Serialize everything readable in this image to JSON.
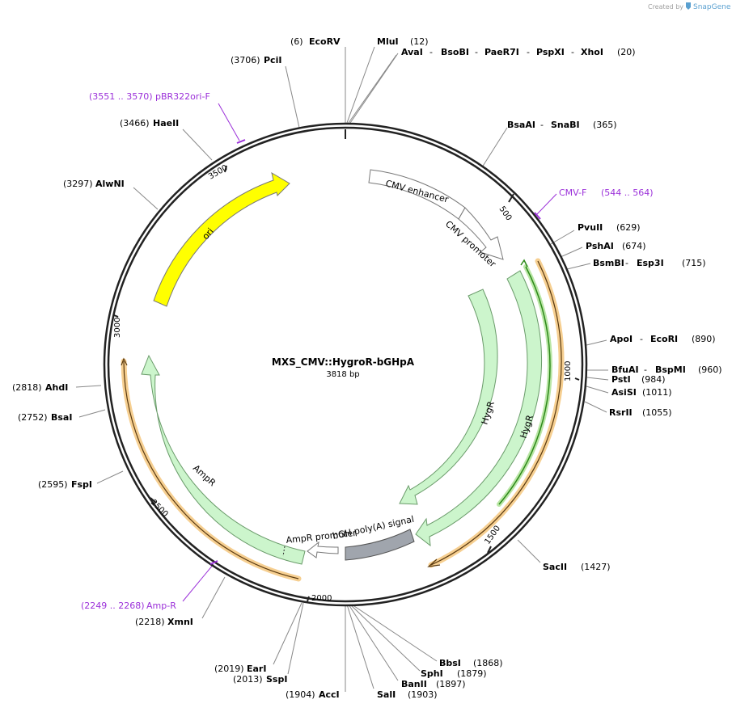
{
  "credit": {
    "prefix": "Created by",
    "brand": "SnapGene"
  },
  "map": {
    "name": "MXS_CMV::HygroR-bGHpA",
    "length_label": "3818 bp"
  },
  "ticks": [
    "500",
    "1000",
    "1500",
    "2000",
    "2500",
    "3000",
    "3500"
  ],
  "features": {
    "cmv_enhancer": "CMV enhancer",
    "cmv_promoter": "CMV promoter",
    "hygr_inner": "HygR",
    "hygr_outer": "HygR",
    "bgh": "bGH poly(A) signal",
    "ampr_promoter": "AmpR promoter",
    "ampr": "AmpR",
    "ori": "ori"
  },
  "colors": {
    "backbone": "#222222",
    "ori": "#ffff00",
    "resistance": "#ccf5cc",
    "polya": "#a0a5ad",
    "primer": "#9b30d9",
    "orf_highlight": "#f5c77e",
    "orf_line": "#5a3a10",
    "orf_green": "#2d8a1a"
  },
  "sites": {
    "ecorv": {
      "pos": "(6)",
      "name": "EcoRV"
    },
    "mlui": {
      "pos": "(12)",
      "name": "MluI"
    },
    "aval_group": {
      "names": [
        "AvaI",
        "BsoBI",
        "PaeR7I",
        "PspXI",
        "XhoI"
      ],
      "sep": " - ",
      "pos": "(20)"
    },
    "pcil": {
      "pos": "(3706)",
      "name": "PciI"
    },
    "pbr322ori": {
      "range": "(3551 .. 3570)",
      "name": "pBR322ori-F"
    },
    "haeii": {
      "pos": "(3466)",
      "name": "HaeII"
    },
    "bsaai": {
      "names": [
        "BsaAI",
        "SnaBI"
      ],
      "pos": "(365)"
    },
    "cmvf": {
      "name": "CMV-F",
      "range": "(544 .. 564)"
    },
    "alwni": {
      "pos": "(3297)",
      "name": "AlwNI"
    },
    "pvuii": {
      "name": "PvuII",
      "pos": "(629)"
    },
    "pshai": {
      "name": "PshAI",
      "pos": "(674)"
    },
    "bsmbi": {
      "names": [
        "BsmBI",
        "Esp3I"
      ],
      "pos": "(715)"
    },
    "apoi": {
      "names": [
        "ApoI",
        "EcoRI"
      ],
      "pos": "(890)"
    },
    "bfuai": {
      "names": [
        "BfuAI",
        "BspMI"
      ],
      "pos": "(960)"
    },
    "psti": {
      "name": "PstI",
      "pos": "(984)"
    },
    "asisi": {
      "name": "AsiSI",
      "pos": "(1011)"
    },
    "rsrii": {
      "name": "RsrII",
      "pos": "(1055)"
    },
    "ahdi": {
      "pos": "(2818)",
      "name": "AhdI"
    },
    "bsai": {
      "pos": "(2752)",
      "name": "BsaI"
    },
    "fspi": {
      "pos": "(2595)",
      "name": "FspI"
    },
    "sacii": {
      "name": "SacII",
      "pos": "(1427)"
    },
    "ampr_primer": {
      "range": "(2249 .. 2268)",
      "name": "Amp-R"
    },
    "xmni": {
      "pos": "(2218)",
      "name": "XmnI"
    },
    "bbsi": {
      "name": "BbsI",
      "pos": "(1868)"
    },
    "sphi": {
      "name": "SphI",
      "pos": "(1879)"
    },
    "banii": {
      "name": "BanII",
      "pos": "(1897)"
    },
    "eari": {
      "pos": "(2019)",
      "name": "EarI"
    },
    "sspi": {
      "pos": "(2013)",
      "name": "SspI"
    },
    "sali": {
      "name": "SalI",
      "pos": "(1903)"
    },
    "acci": {
      "pos": "(1904)",
      "name": "AccI"
    }
  }
}
